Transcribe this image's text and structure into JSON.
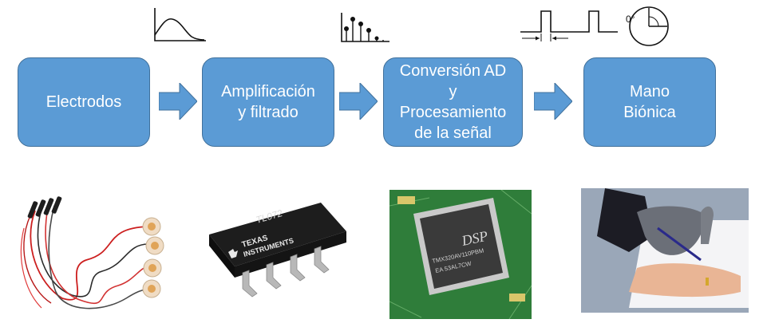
{
  "diagram": {
    "blocks": [
      {
        "id": "electrodos",
        "label": "Electrodos"
      },
      {
        "id": "amplificacion",
        "label": "Amplificación\ny  filtrado"
      },
      {
        "id": "conversion",
        "label": "Conversión AD\ny\nProcesamiento\nde la señal"
      },
      {
        "id": "mano",
        "label": "Mano\nBiónica"
      }
    ],
    "connections": [
      {
        "from": "electrodos",
        "to": "amplificacion"
      },
      {
        "from": "amplificacion",
        "to": "conversion"
      },
      {
        "from": "conversion",
        "to": "mano"
      }
    ],
    "colors": {
      "block_fill": "#5b9bd5",
      "block_border": "#41719c",
      "block_text": "#ffffff",
      "arrow_fill": "#5b9bd5"
    }
  },
  "signal_icons": [
    "continuous-curve-icon",
    "discrete-samples-icon",
    "pulse-signal-icon",
    "servo-angle-icon"
  ],
  "servo_label": "0°",
  "photos": {
    "electrodes": {
      "name": "electrodes-photo"
    },
    "chip": {
      "name": "tl072-chip-photo",
      "part_label": "TL072",
      "brand_line1": "TEXAS",
      "brand_line2": "INSTRUMENTS"
    },
    "dsp": {
      "name": "dsp-board-photo",
      "chip_label": "DSP",
      "line1": "TMX320AV110PBM",
      "line2": "EA 53AL7CW"
    },
    "hand": {
      "name": "bionic-hand-photo"
    }
  }
}
